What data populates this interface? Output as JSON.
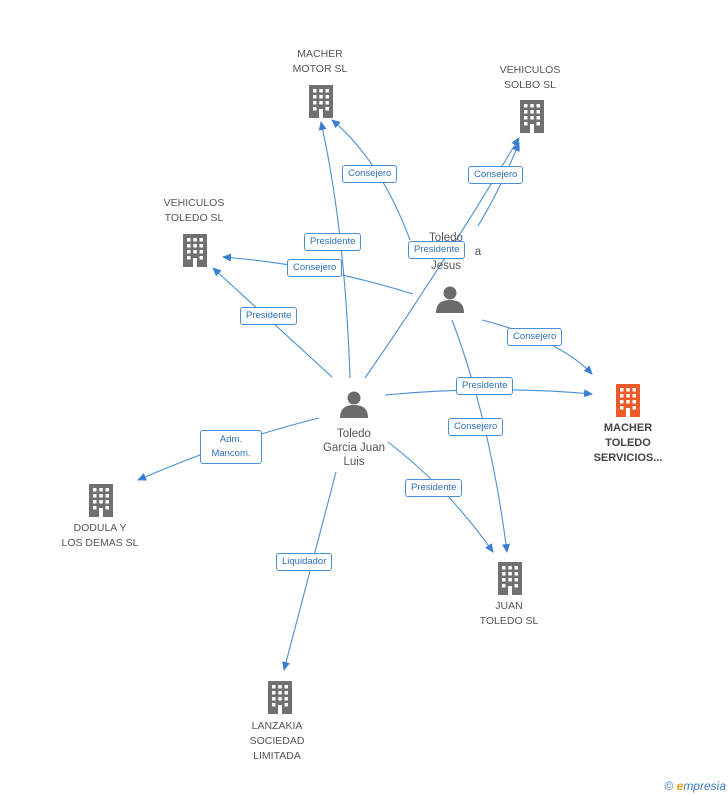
{
  "colors": {
    "edge": "#4a8fd6",
    "building": "#707070",
    "building_highlight": "#ef5a29",
    "person": "#6b6b6b",
    "label_border": "#4a8fd6",
    "label_text": "#2f6fba"
  },
  "nodes": {
    "macher_motor": {
      "label_lines": [
        "MACHER",
        "MOTOR SL"
      ],
      "icon": "building-icon"
    },
    "vehiculos_solbo": {
      "label_lines": [
        "VEHICULOS",
        "SOLBO SL"
      ],
      "icon": "building-icon"
    },
    "vehiculos_toledo": {
      "label_lines": [
        "VEHICULOS",
        "TOLEDO SL"
      ],
      "icon": "building-icon"
    },
    "macher_toledo_servicios": {
      "label_lines": [
        "MACHER",
        "TOLEDO",
        "SERVICIOS..."
      ],
      "icon": "building-icon",
      "highlight": true
    },
    "dodula": {
      "label_lines": [
        "DODULA Y",
        "LOS DEMAS SL"
      ],
      "icon": "building-icon"
    },
    "juan_toledo": {
      "label_lines": [
        "JUAN",
        "TOLEDO SL"
      ],
      "icon": "building-icon"
    },
    "lanzakia": {
      "label_lines": [
        "LANZAKIA",
        "SOCIEDAD",
        "LIMITADA"
      ],
      "icon": "building-icon"
    },
    "toledo_jesus": {
      "label_lines": [
        "Toledo",
        "a",
        "Jesus"
      ],
      "icon": "person-icon"
    },
    "toledo_juan_luis": {
      "label_lines": [
        "Toledo",
        "Garcia Juan",
        "Luis"
      ],
      "icon": "person-icon"
    }
  },
  "edges": [
    {
      "id": "e1",
      "label": "Consejero"
    },
    {
      "id": "e2",
      "label": "Consejero"
    },
    {
      "id": "e3",
      "label": "Presidente"
    },
    {
      "id": "e4",
      "label": "Presidente"
    },
    {
      "id": "e5",
      "label": "Consejero"
    },
    {
      "id": "e6",
      "label": "Presidente"
    },
    {
      "id": "e7",
      "label": "Consejero"
    },
    {
      "id": "e8",
      "label": "Presidente"
    },
    {
      "id": "e9",
      "label": "Consejero"
    },
    {
      "id": "e10",
      "label": "Adm. Mancom."
    },
    {
      "id": "e11",
      "label": "Presidente"
    },
    {
      "id": "e12",
      "label": "Liquidador"
    }
  ],
  "footer": {
    "copyright": "©",
    "brand_first": "e",
    "brand_rest": "mpresia"
  }
}
